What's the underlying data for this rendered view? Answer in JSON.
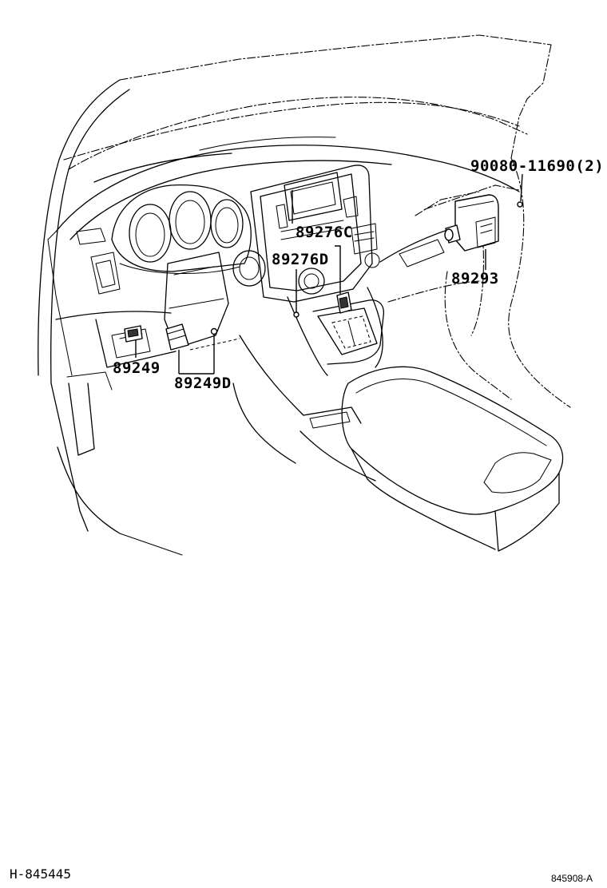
{
  "diagram": {
    "callouts": {
      "p90080": "90080-11690(2)",
      "p89276c": "89276C",
      "p89276d": "89276D",
      "p89293": "89293",
      "p89249": "89249",
      "p89249d": "89249D"
    },
    "footer": {
      "left_ref": "H-845445",
      "right_ref": "845908-A"
    }
  }
}
